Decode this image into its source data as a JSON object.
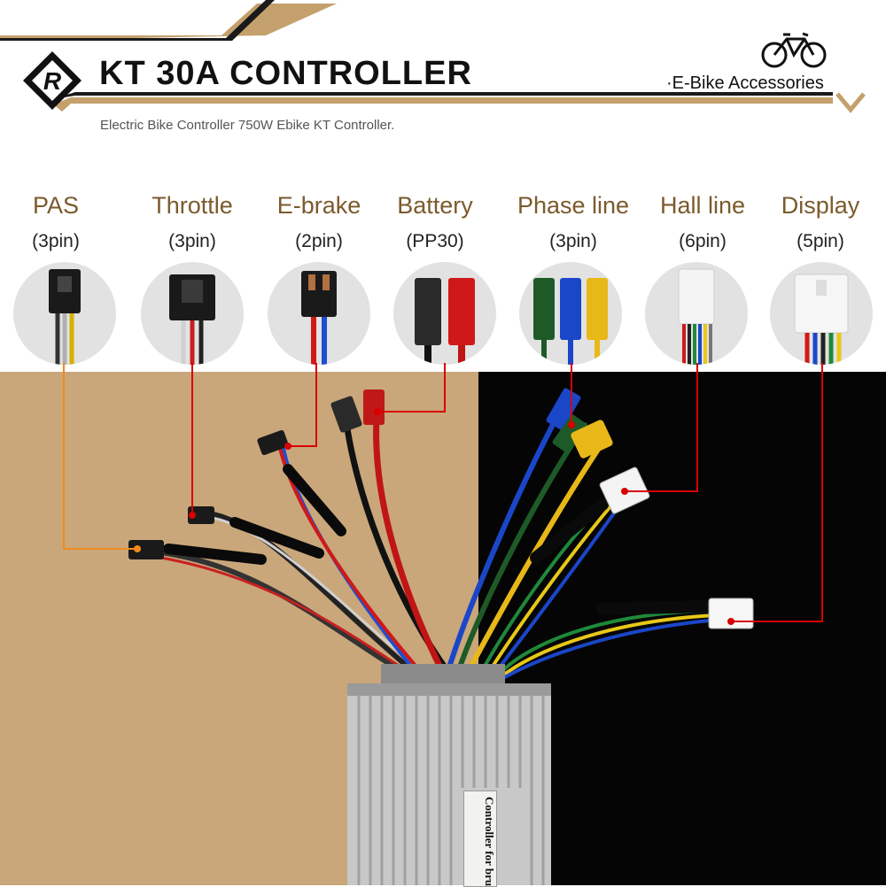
{
  "header": {
    "title": "KT 30A CONTROLLER",
    "subtitle": "Electric Bike Controller 750W Ebike KT Controller.",
    "accessories": "·E-Bike Accessories",
    "logo_icon": "R-diamond-logo-icon",
    "bike_icon": "bicycle-icon",
    "chevron_icon": "chevron-down-icon"
  },
  "connectors": [
    {
      "name": "PAS",
      "pins": "(3pin)"
    },
    {
      "name": "Throttle",
      "pins": "(3pin)"
    },
    {
      "name": "E-brake",
      "pins": "(2pin)"
    },
    {
      "name": "Battery",
      "pins": "(PP30)"
    },
    {
      "name": "Phase line",
      "pins": "(3pin)"
    },
    {
      "name": "Hall line",
      "pins": "(6pin)"
    },
    {
      "name": "Display",
      "pins": "(5pin)"
    }
  ],
  "controller": {
    "label_text": "Controller for bru"
  },
  "colors": {
    "accent_brown": "#7b5a2c",
    "tan_background": "#c9a77a",
    "black_background": "#050505",
    "pointer_red": "#d80000",
    "pointer_orange": "#f28a1e"
  }
}
